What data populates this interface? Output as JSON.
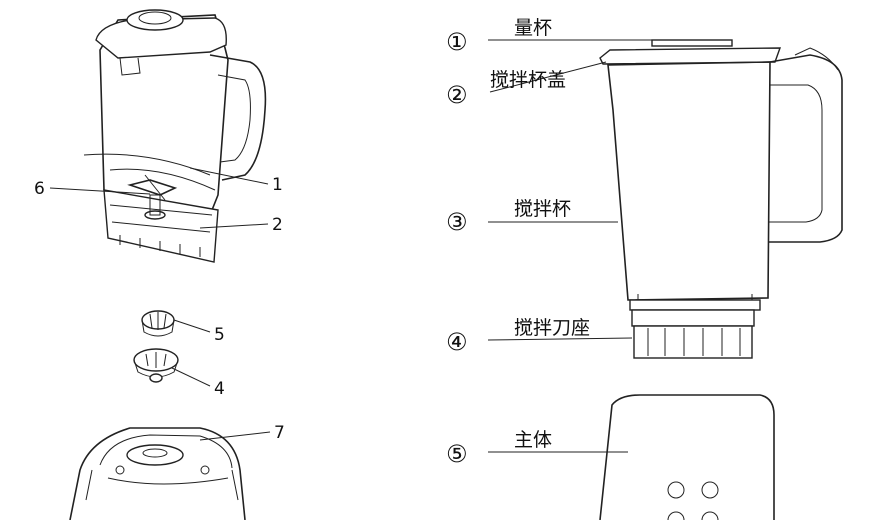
{
  "left_callouts": {
    "c1": "1",
    "c2": "2",
    "c4": "4",
    "c5": "5",
    "c6": "6",
    "c7": "7"
  },
  "right_parts": [
    {
      "num": "①",
      "label": "量杯"
    },
    {
      "num": "②",
      "label": "搅拌杯盖"
    },
    {
      "num": "③",
      "label": "搅拌杯"
    },
    {
      "num": "④",
      "label": "搅拌刀座"
    },
    {
      "num": "⑤",
      "label": "主体"
    }
  ]
}
